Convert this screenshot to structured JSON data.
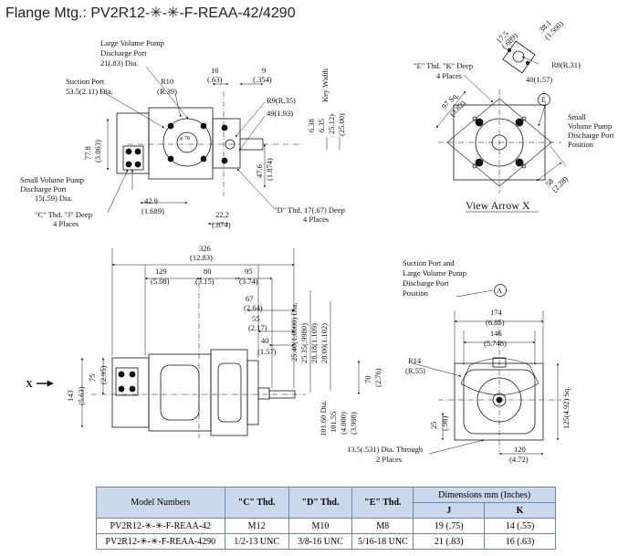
{
  "title": "Flange Mtg.: PV2R12-✳-✳-F-REAA-42/4290",
  "top_view": {
    "large_port": [
      "Large Volume Pump",
      "Discharge Port",
      "21(.83) Dia."
    ],
    "suction_port": [
      "Suction Port",
      "53.5(2.11) Dia."
    ],
    "r10": [
      "R10",
      "(R.39)"
    ],
    "dim16": [
      "16",
      "(.63)"
    ],
    "dim9": [
      "9",
      "(.354)"
    ],
    "r9": "R9(R.35)",
    "dim49": "49(1.93)",
    "key_width": "Key Width",
    "dim638": "6.38",
    "dim635": "6.35",
    "dim2512": "25.12)",
    "dim2500": "(25.00)",
    "dim778": [
      "77.8",
      "(3.063)"
    ],
    "dim476": [
      "47.6",
      "(1.874)"
    ],
    "small_port": [
      "Small Volume Pump",
      "Discharge Port",
      "15(.59) Dia."
    ],
    "c_thd": [
      "\"C\" Thd. \"J\" Deep",
      "4 Places"
    ],
    "dim429": [
      "42.9",
      "(1.689)"
    ],
    "dim222": [
      "22.2",
      "(.874)"
    ],
    "d_thd": [
      "\"D\" Thd. 17(.67) Deep",
      "4 Places"
    ],
    "circle_label": "φ 78"
  },
  "arrow_view": {
    "e_thd": [
      "\"E\" Thd. \"K\" Deep",
      "4 Places"
    ],
    "dim175": [
      "17.5",
      "(.689)"
    ],
    "dim381": [
      "38.1",
      "(1.500)"
    ],
    "r8": "R8(R.31)",
    "dim40": "40(1.57)",
    "dim97": [
      "97 Sq.",
      "(3.82)"
    ],
    "marker": "E",
    "small_port": [
      "Small",
      "Volume Pump",
      "Discharge Port",
      "Position"
    ],
    "dim58": [
      "58",
      "(2.28)"
    ],
    "caption": "View Arrow X"
  },
  "side_view": {
    "dim326": [
      "326",
      "(12.83)"
    ],
    "dim129": [
      "129",
      "(5.08)"
    ],
    "dim80": [
      "80",
      "(3.15)"
    ],
    "dim95": [
      "95",
      "(3.74)"
    ],
    "dim67": [
      "67",
      "(2.64)"
    ],
    "dim55": [
      "55",
      "(2.17)"
    ],
    "dim40": [
      "40",
      "(1.57)"
    ],
    "shaft_dims": [
      "25.40(1.0000) Dia.",
      "25.35(.9980)",
      "28.18(1.109)",
      "28.00(1.102)"
    ],
    "x_arrow": "X",
    "dim143": [
      "143",
      "(5.63)"
    ],
    "dim75": [
      "75",
      "(2.95)"
    ],
    "dim10160": [
      "101.60 Dia.",
      "101.55"
    ],
    "dim4000": [
      "(4.000)",
      "(3.998)"
    ],
    "dim70": [
      "70",
      "(2.76)"
    ]
  },
  "end_view": {
    "suction_label": [
      "Suction Port and",
      "Large Volume Pump",
      "Discharge Port",
      "Position"
    ],
    "marker": "A",
    "dim174": [
      "174",
      "(6.85)"
    ],
    "dim146": [
      "146",
      "(5.748)"
    ],
    "r14": [
      "R14",
      "(R.55)"
    ],
    "dim125": "125(4.92) Sq.",
    "dim25": [
      "25",
      "(.98)"
    ],
    "dim135": [
      "13.5(.531) Dia. Through",
      "2 Places"
    ],
    "dim120": [
      "120",
      "(4.72)"
    ]
  },
  "table": {
    "headers": {
      "model": "Model Numbers",
      "c": "\"C\" Thd.",
      "d": "\"D\" Thd.",
      "e": "\"E\" Thd.",
      "dims": "Dimensions   mm (Inches)",
      "j": "J",
      "k": "K"
    },
    "rows": [
      [
        "PV2R12-✳-✳-F-REAA-42",
        "M12",
        "M10",
        "M8",
        "19 (.75)",
        "14 (.55)"
      ],
      [
        "PV2R12-✳-✳-F-REAA-4290",
        "1/2-13 UNC",
        "3/8-16 UNC",
        "5/16-18 UNC",
        "21 (.83)",
        "16 (.63)"
      ]
    ]
  }
}
